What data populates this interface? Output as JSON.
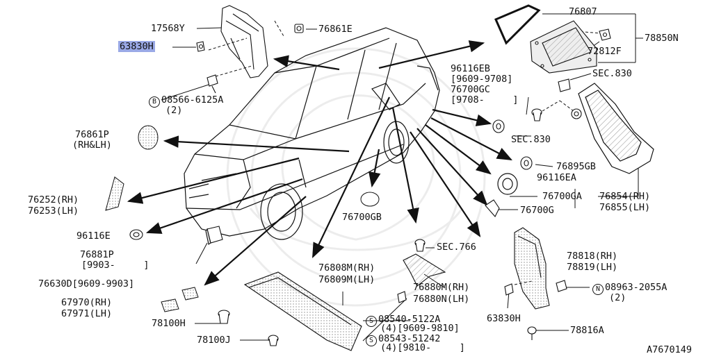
{
  "diagram_id": "A7670149",
  "parts": {
    "p17568Y": "17568Y",
    "p76861E": "76861E",
    "p63830H_top": "63830H",
    "p08566": "08566-6125A",
    "p08566_qty": "(2)",
    "p76861P": "76861P",
    "p76861P_note": "(RH&LH)",
    "p76252": "76252(RH)",
    "p76253": "76253(LH)",
    "p96116E": "96116E",
    "p76881P": "76881P",
    "p76881P_note": "[9903-     ]",
    "p76630D": "76630D[9609-9903]",
    "p67970": "67970(RH)",
    "p67971": "67971(LH)",
    "p78100H": "78100H",
    "p78100J": "78100J",
    "p76807": "76807",
    "p78850N": "78850N",
    "p72812F": "72812F",
    "p96116EB": "96116EB",
    "p96116EB_note": "[9609-9708]",
    "p76700GC": "76700GC",
    "p76700GC_note": "[9708-     ]",
    "sec830_a": "SEC.830",
    "sec830_b": "SEC.830",
    "p76895GB": "76895GB",
    "p96116EA": "96116EA",
    "p76700GA": "76700GA",
    "p76854": "76854(RH)",
    "p76855": "76855(LH)",
    "p76700G": "76700G",
    "p76700GB": "76700GB",
    "sec766": "SEC.766",
    "p76808M": "76808M(RH)",
    "p76809M": "76809M(LH)",
    "p76880M": "76880M(RH)",
    "p76880N": "76880N(LH)",
    "p08540": "08540-5122A",
    "p08540_note": "(4)[9609-9810]",
    "p08543": "08543-51242",
    "p08543_note": "(4)[9810-     ]",
    "p78818": "78818(RH)",
    "p78819": "78819(LH)",
    "p08963": "08963-2055A",
    "p08963_qty": "(2)",
    "p63830H_bottom": "63830H",
    "p78816A": "78816A"
  },
  "symbols": {
    "B": "B",
    "N": "N",
    "S": "S"
  },
  "colors": {
    "highlight": "#9aa9e6",
    "line": "#111111",
    "part_fill": "#d8d8d8"
  }
}
